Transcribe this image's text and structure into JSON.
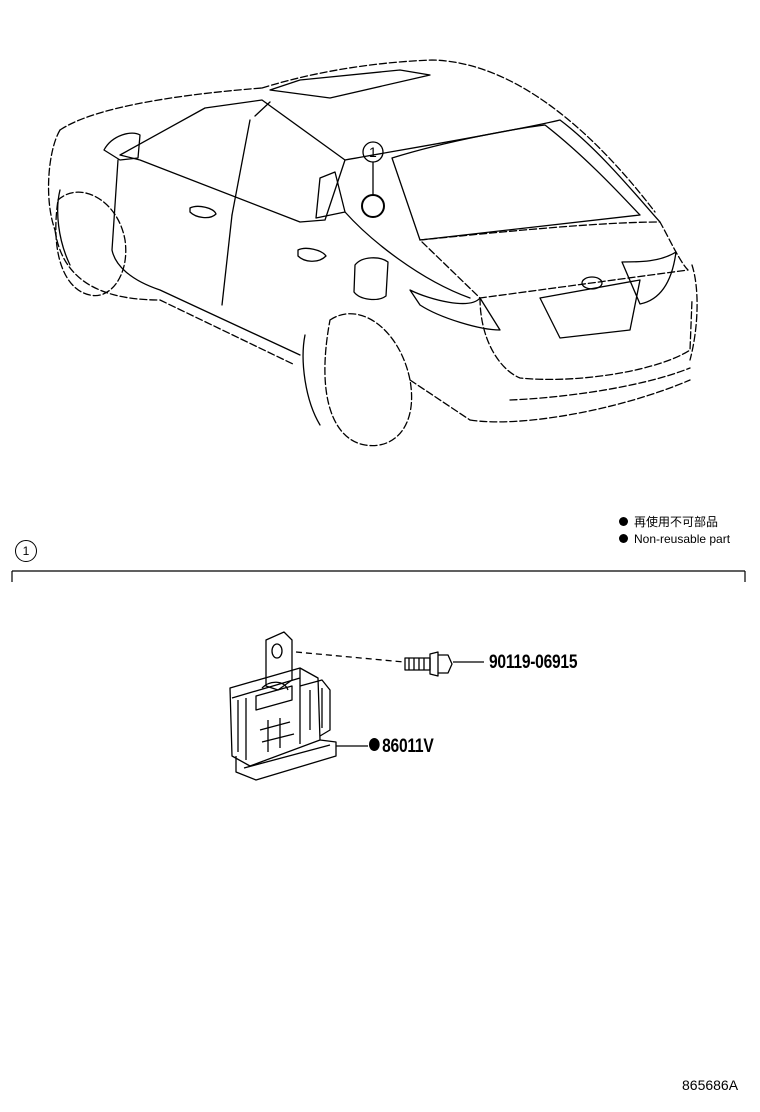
{
  "callout": {
    "index": "1"
  },
  "legend": {
    "jp": "再使用不可部品",
    "en": "Non-reusable part"
  },
  "section": {
    "index": "1"
  },
  "parts": [
    {
      "number": "90119-06915",
      "non_reusable": false
    },
    {
      "number": "86011V",
      "non_reusable": true
    }
  ],
  "illustration_id": "865686A"
}
